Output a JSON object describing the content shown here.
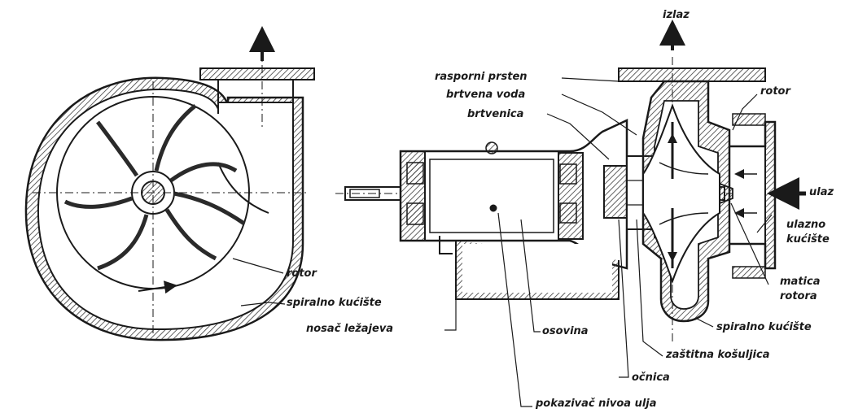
{
  "labels": {
    "izlaz": "izlaz",
    "rotor_left": "rotor",
    "spiralno_kuciste_left": "spiralno kućište",
    "rasporni_prsten": "rasporni prsten",
    "brtvena_voda": "brtvena voda",
    "brtvenica": "brtvenica",
    "rotor_right": "rotor",
    "ulaz": "ulaz",
    "ulazno_kuciste_1": "ulazno",
    "ulazno_kuciste_2": "kućište",
    "matica_rotora_1": "matica",
    "matica_rotora_2": "rotora",
    "spiralno_kuciste_right": "spiralno kućište",
    "nosac_lezajeva": "nosač ležajeva",
    "osovina": "osovina",
    "zastitna_kosuljica": "zaštitna košuljica",
    "ocnica": "očnica",
    "pokazivac_nivoa_ulja": "pokazivač nivoa ulja"
  },
  "colors": {
    "ink": "#1a1a1a",
    "hatch": "#4a4a4a",
    "paper": "#ffffff"
  }
}
